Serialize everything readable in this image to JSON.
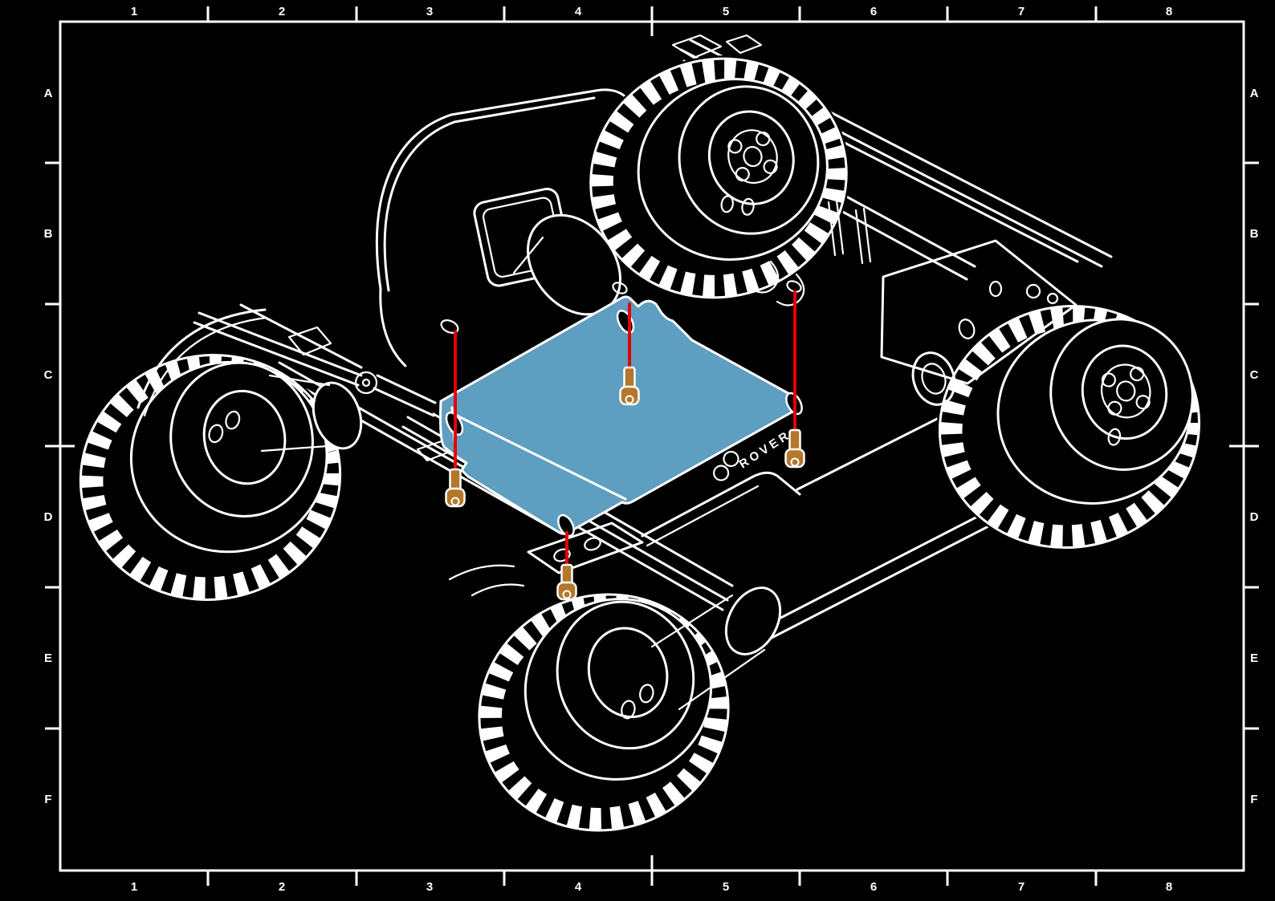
{
  "drawing": {
    "type": "isometric-assembly-illustration",
    "logo_text": "ROVER",
    "grid_border": {
      "columns": [
        "1",
        "2",
        "3",
        "4",
        "5",
        "6",
        "7",
        "8"
      ],
      "rows": [
        "A",
        "B",
        "C",
        "D",
        "E",
        "F"
      ]
    },
    "colors": {
      "background": "#000000",
      "linework": "#ffffff",
      "highlight_plate": "#5E9EC1",
      "screw": "#B4772B",
      "guide_line": "#E60000"
    },
    "parts": {
      "wheel_count": 4,
      "screw_count": 4,
      "guide_line_count": 4,
      "highlighted_part_count": 1
    }
  }
}
